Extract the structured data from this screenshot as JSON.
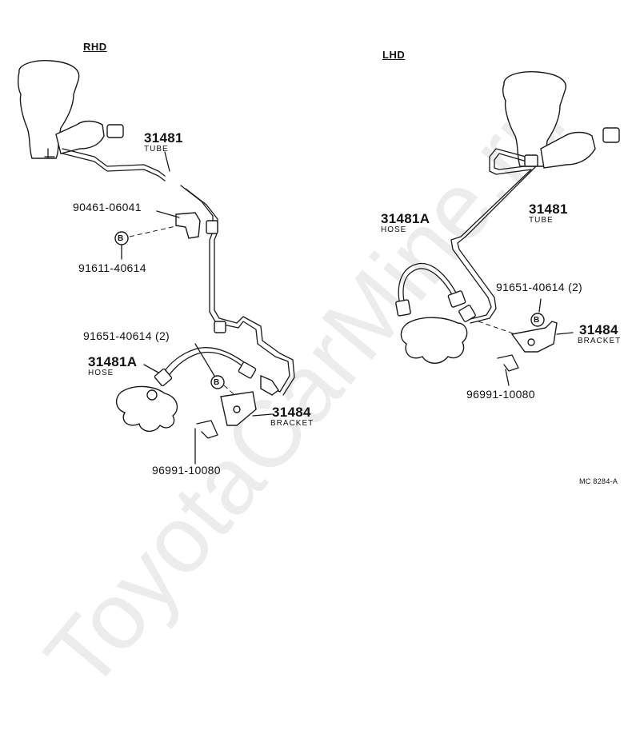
{
  "watermark": "ToyotaCarMine.ru",
  "headers": {
    "rhd": "RHD",
    "lhd": "LHD"
  },
  "rhd": {
    "tube_number": "31481",
    "tube_name": "TUBE",
    "union_bolt": "90461-06041",
    "washer_b": "91611-40614",
    "gasket": "91651-40614 (2)",
    "hose_number": "31481A",
    "hose_name": "HOSE",
    "bracket_number": "31484",
    "bracket_name": "BRACKET",
    "clip": "96991-10080",
    "b_marker": "B"
  },
  "lhd": {
    "hose_number": "31481A",
    "hose_name": "HOSE",
    "tube_number": "31481",
    "tube_name": "TUBE",
    "gasket": "91651-40614 (2)",
    "bracket_number": "31484",
    "bracket_name": "BRACKET",
    "clip": "96991-10080",
    "b_marker": "B"
  },
  "figure_code": "MC 8284-A"
}
